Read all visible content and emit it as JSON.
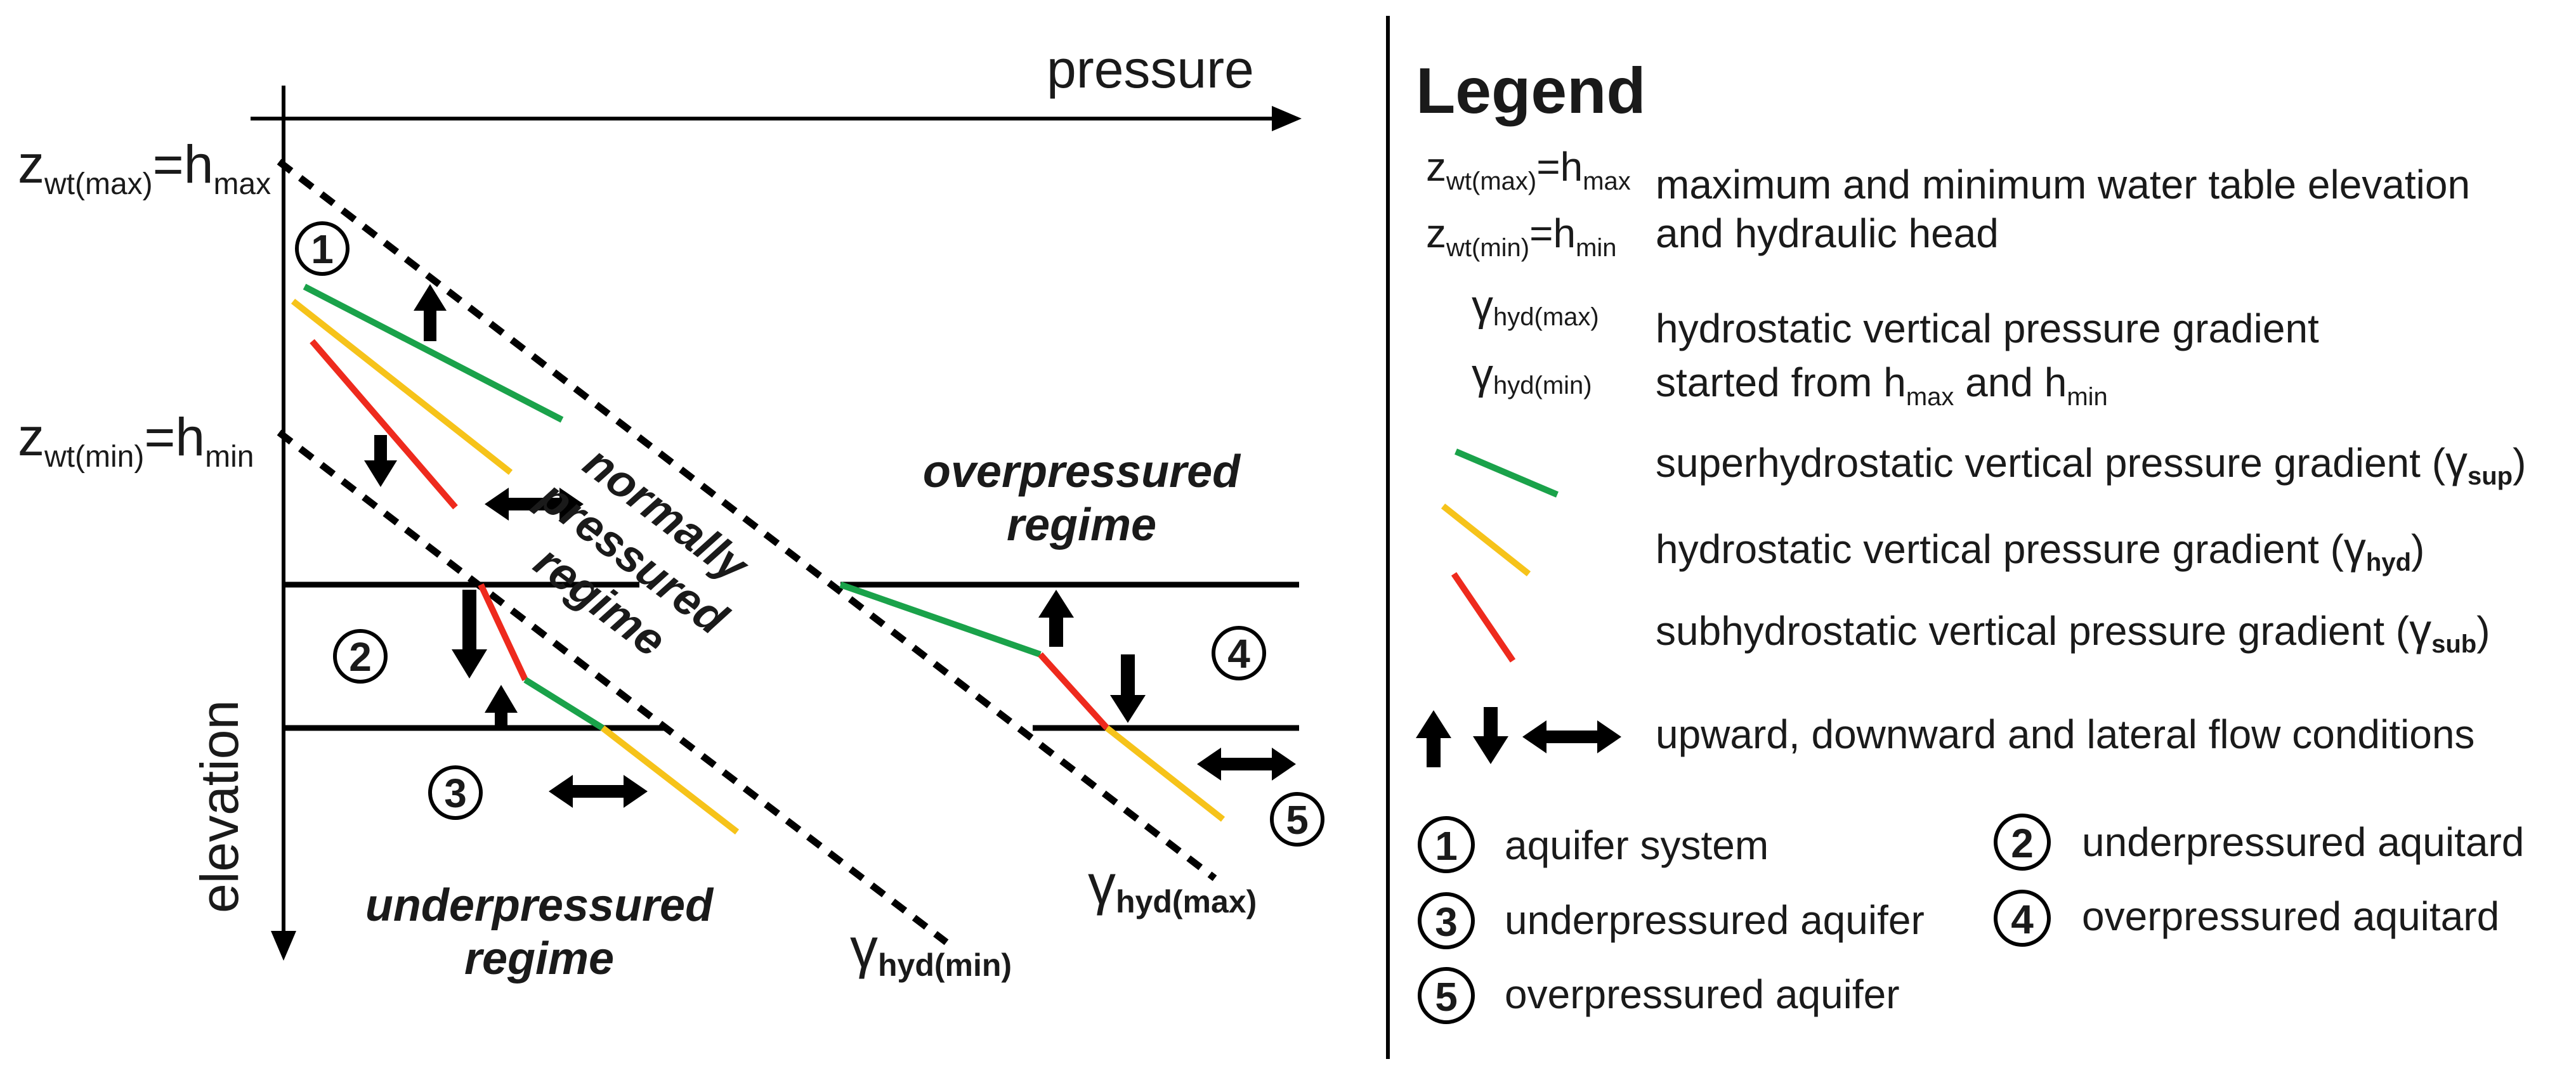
{
  "diagram": {
    "axis_x_label": "pressure",
    "axis_y_label": "elevation",
    "zwt_max": {
      "main": "z",
      "sub": "wt(max)",
      "eq": "=h",
      "sub2": "max"
    },
    "zwt_min": {
      "main": "z",
      "sub": "wt(min)",
      "eq": "=h",
      "sub2": "min"
    },
    "gamma_max": {
      "symbol": "γ",
      "sub": "hyd(max)"
    },
    "gamma_min": {
      "symbol": "γ",
      "sub": "hyd(min)"
    },
    "regime_normal": [
      "normally",
      "pressured",
      "regime"
    ],
    "regime_over": [
      "overpressured",
      "regime"
    ],
    "regime_under": [
      "underpressured",
      "regime"
    ],
    "numbers": [
      "1",
      "2",
      "3",
      "4",
      "5"
    ]
  },
  "legend": {
    "title": "Legend",
    "zwt_max": {
      "main": "z",
      "sub": "wt(max)",
      "eq": "=h",
      "sub2": "max"
    },
    "zwt_min": {
      "main": "z",
      "sub": "wt(min)",
      "eq": "=h",
      "sub2": "min"
    },
    "water_table_desc": [
      "maximum and minimum water table elevation",
      "and hydraulic head"
    ],
    "gamma_max": {
      "symbol": "γ",
      "sub": "hyd(max)"
    },
    "gamma_min": {
      "symbol": "γ",
      "sub": "hyd(min)"
    },
    "hydrostatic_desc_1": "hydrostatic vertical pressure gradient",
    "hydrostatic_desc_2": {
      "a": "started from h",
      "s1": "max",
      "b": " and h",
      "s2": "min"
    },
    "super": {
      "text": "superhydrostatic vertical pressure gradient (",
      "sym": "γ",
      "sub": "sup",
      "end": ")",
      "color": "#1aa24a"
    },
    "hydro": {
      "text": "hydrostatic vertical pressure gradient (",
      "sym": "γ",
      "sub": "hyd",
      "end": ")",
      "color": "#f6c31a"
    },
    "subh": {
      "text": "subhydrostatic vertical pressure gradient (",
      "sym": "γ",
      "sub": "sub",
      "end": ")",
      "color": "#ee2a1d"
    },
    "flow": "upward, downward and lateral flow conditions",
    "items": [
      {
        "num": "1",
        "label": "aquifer system"
      },
      {
        "num": "2",
        "label": "underpressured aquitard"
      },
      {
        "num": "3",
        "label": "underpressured aquifer"
      },
      {
        "num": "4",
        "label": "overpressured aquitard"
      },
      {
        "num": "5",
        "label": "overpressured aquifer"
      }
    ]
  }
}
